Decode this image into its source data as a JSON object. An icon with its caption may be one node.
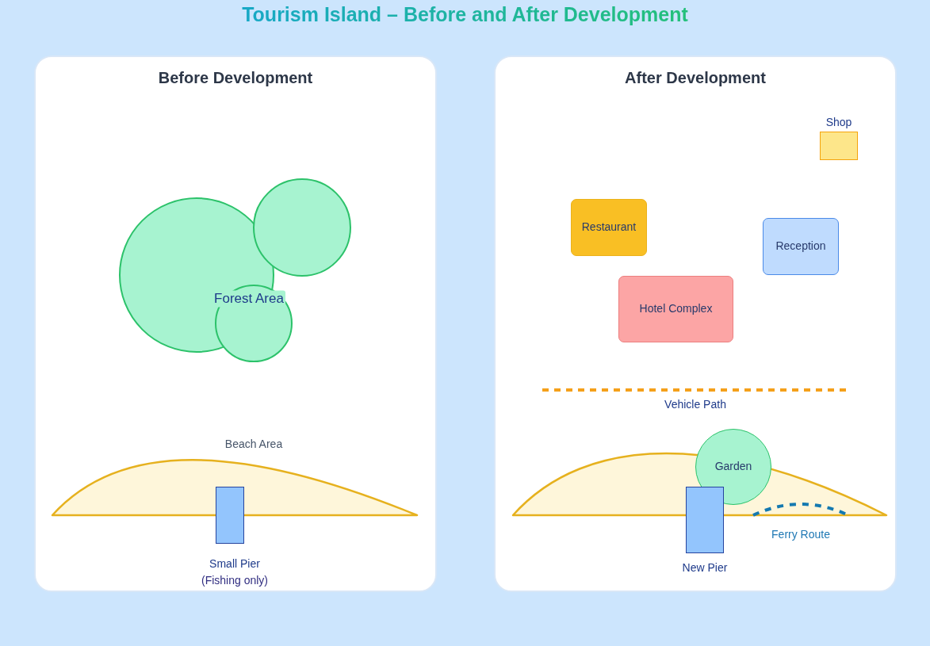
{
  "diagram": {
    "title": "Tourism Island – Before and After Development",
    "nodes": [
      {
        "text": [
          "Before Development"
        ]
      },
      {
        "text": [
          "Forest Area"
        ],
        "in": 0
      },
      {
        "text": [
          "Beach Area"
        ],
        "in": 0
      },
      {
        "text": [
          "Small Pier",
          "(Fishing only)"
        ],
        "in": 0
      },
      {
        "text": [
          "After Development"
        ]
      },
      {
        "text": [
          "Shop"
        ],
        "in": 4
      },
      {
        "text": [
          "Restaurant"
        ],
        "in": 4
      },
      {
        "text": [
          "Reception"
        ],
        "in": 4
      },
      {
        "text": [
          "Hotel Complex"
        ],
        "in": 4
      },
      {
        "text": [],
        "shape": "mound",
        "in": 4
      },
      {
        "text": [
          "Garden"
        ],
        "in": 4
      },
      {
        "text": [
          "New Pier"
        ],
        "in": 4
      }
    ],
    "labels": [
      "Vehicle Path",
      "Ferry Route"
    ]
  }
}
